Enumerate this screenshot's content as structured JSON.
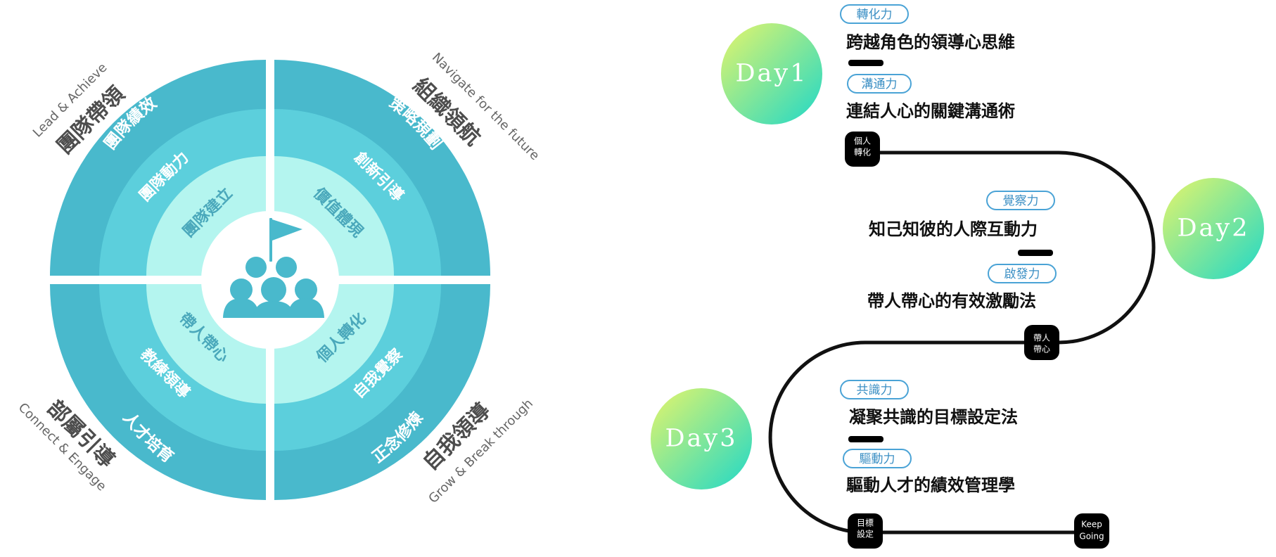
{
  "colors": {
    "ring_outer": "#49b9cc",
    "ring_middle": "#5ccfdc",
    "ring_inner": "#b4f5ef",
    "center": "#ffffff",
    "icon": "#49b9cc",
    "quadrant_label": "#4d4d4d",
    "caption": "#666666",
    "day_gradient_start": "#e6f56a",
    "day_gradient_end": "#1fd8c8",
    "tag_border": "#4aa3d6",
    "tag_text": "#3b8fc4",
    "path": "#111111",
    "node_bg": "#000000"
  },
  "wheel": {
    "quadrants": [
      {
        "title": "團隊帶領",
        "caption": "Lead & Achieve"
      },
      {
        "title": "組織領航",
        "caption": "Navigate for the future"
      },
      {
        "title": "部屬引導",
        "caption": "Connect & Engage"
      },
      {
        "title": "自我領導",
        "caption": "Grow & Break through"
      }
    ],
    "ring_labels": {
      "outer": [
        "團隊績效",
        "策略規劃",
        "人才培育",
        "正念修煉"
      ],
      "middle": [
        "團隊動力",
        "創新引導",
        "教練領導",
        "自我覺察"
      ],
      "inner": [
        "團隊建立",
        "價值體現",
        "帶人帶心",
        "個人轉化"
      ]
    },
    "center_icon": "team-flag-icon"
  },
  "roadmap": {
    "days": [
      {
        "label": "Day1"
      },
      {
        "label": "Day2"
      },
      {
        "label": "Day3"
      }
    ],
    "sessions": [
      {
        "tag": "轉化力",
        "title": "跨越角色的領導心思維"
      },
      {
        "tag": "溝通力",
        "title": "連結人心的關鍵溝通術"
      },
      {
        "tag": "覺察力",
        "title": "知己知彼的人際互動力"
      },
      {
        "tag": "啟發力",
        "title": "帶人帶心的有效激勵法"
      },
      {
        "tag": "共識力",
        "title": "凝聚共識的目標設定法"
      },
      {
        "tag": "驅動力",
        "title": "驅動人才的績效管理學"
      }
    ],
    "nodes": [
      {
        "line1": "個人",
        "line2": "轉化"
      },
      {
        "line1": "帶人",
        "line2": "帶心"
      },
      {
        "line1": "目標",
        "line2": "設定"
      },
      {
        "line1": "Keep",
        "line2": "Going"
      }
    ]
  }
}
